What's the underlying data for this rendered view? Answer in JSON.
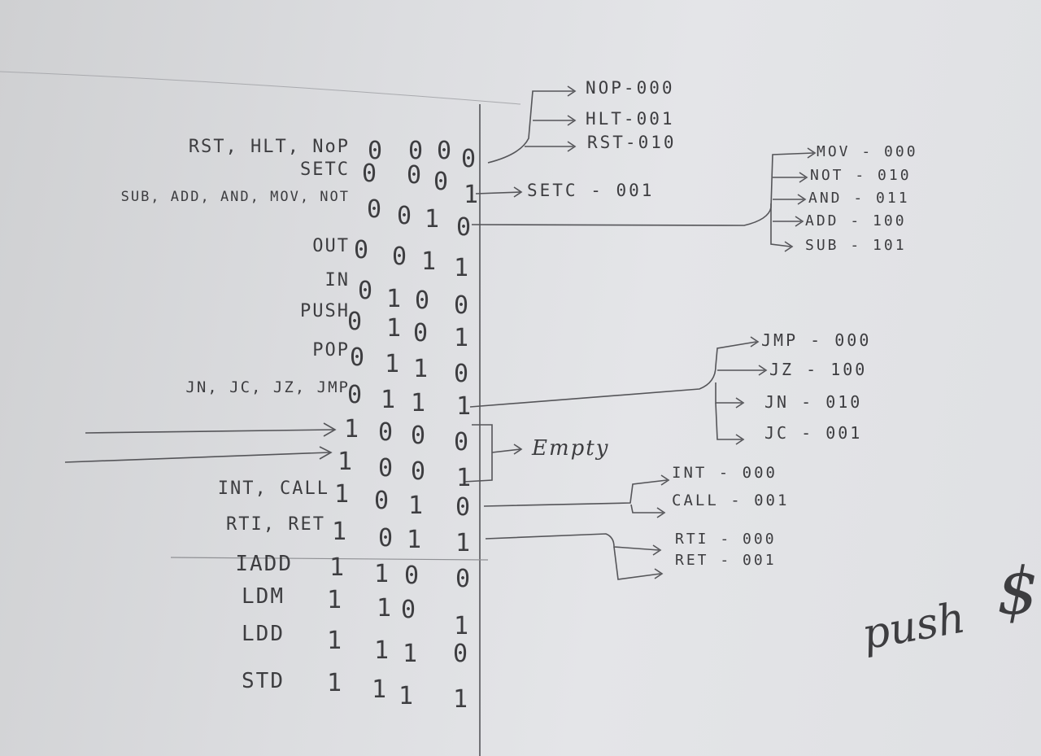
{
  "rows": [
    {
      "label": "RST, HLT, NoP",
      "bits": [
        "0",
        "0",
        "0",
        "0"
      ]
    },
    {
      "label": "SETC",
      "bits": [
        "0",
        "0",
        "0",
        "1"
      ]
    },
    {
      "label": "SUB, ADD, AND, MOV, NOT",
      "bits": [
        "0",
        "0",
        "1",
        "0"
      ]
    },
    {
      "label": "OUT",
      "bits": [
        "0",
        "0",
        "1",
        "1"
      ]
    },
    {
      "label": "IN",
      "bits": [
        "0",
        "1",
        "0",
        "0"
      ]
    },
    {
      "label": "PUSH",
      "bits": [
        "0",
        "1",
        "0",
        "1"
      ]
    },
    {
      "label": "POP",
      "bits": [
        "0",
        "1",
        "1",
        "0"
      ]
    },
    {
      "label": "JN, JC, JZ, JMP",
      "bits": [
        "0",
        "1",
        "1",
        "1"
      ]
    },
    {
      "label": "",
      "bits": [
        "1",
        "0",
        "0",
        "0"
      ]
    },
    {
      "label": "",
      "bits": [
        "1",
        "0",
        "0",
        "1"
      ]
    },
    {
      "label": "INT, CALL",
      "bits": [
        "1",
        "0",
        "1",
        "0"
      ]
    },
    {
      "label": "RTI, RET",
      "bits": [
        "1",
        "0",
        "1",
        "1"
      ]
    },
    {
      "label": "IADD",
      "bits": [
        "1",
        "1",
        "0",
        "0"
      ]
    },
    {
      "label": "LDM",
      "bits": [
        "1",
        "1",
        "0",
        "1"
      ]
    },
    {
      "label": "LDD",
      "bits": [
        "1",
        "1",
        "1",
        "0"
      ]
    },
    {
      "label": "STD",
      "bits": [
        "1",
        "1",
        "1",
        "1"
      ]
    }
  ],
  "groups": {
    "control": [
      "NOP-000",
      "HLT-001",
      "RST-010"
    ],
    "setc": "SETC - 001",
    "alu": [
      "MOV - 000",
      "NOT - 010",
      "AND - 011",
      "ADD - 100",
      "SUB - 101"
    ],
    "jump": [
      "JMP - 000",
      "JZ - 100",
      "JN - 010",
      "JC - 001"
    ],
    "empty": "Empty",
    "int_call": [
      "INT - 000",
      "CALL - 001"
    ],
    "rti_ret": [
      "RTI - 000",
      "RET - 001"
    ]
  },
  "scribble": {
    "word": "push",
    "sign": "$"
  }
}
